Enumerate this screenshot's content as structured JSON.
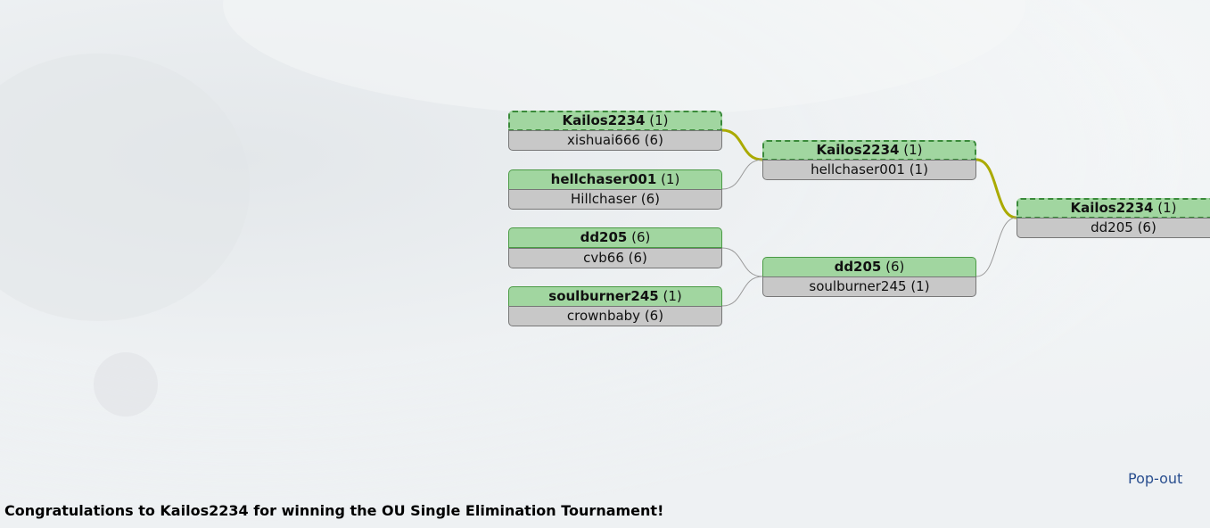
{
  "bracket": {
    "round1": [
      {
        "winner": "Kailos2234",
        "winner_score": "(1)",
        "loser": "xishuai666 (6)",
        "highlight": true
      },
      {
        "winner": "hellchaser001",
        "winner_score": "(1)",
        "loser": "Hillchaser (6)",
        "highlight": false
      },
      {
        "winner": "dd205",
        "winner_score": "(6)",
        "loser": "cvb66 (6)",
        "highlight": false
      },
      {
        "winner": "soulburner245",
        "winner_score": "(1)",
        "loser": "crownbaby (6)",
        "highlight": false
      }
    ],
    "round2": [
      {
        "winner": "Kailos2234",
        "winner_score": "(1)",
        "loser": "hellchaser001 (1)",
        "highlight": true
      },
      {
        "winner": "dd205",
        "winner_score": "(6)",
        "loser": "soulburner245 (1)",
        "highlight": false
      }
    ],
    "final": {
      "winner": "Kailos2234",
      "winner_score": "(1)",
      "loser": "dd205 (6)",
      "highlight": true
    }
  },
  "colors": {
    "winner_path": "#aaaa00",
    "winner_bg": "#a1d6a0",
    "loser_bg": "#c8c8c8"
  },
  "popout_label": "Pop-out",
  "congrats": "Congratulations to Kailos2234 for winning the OU Single Elimination Tournament!"
}
